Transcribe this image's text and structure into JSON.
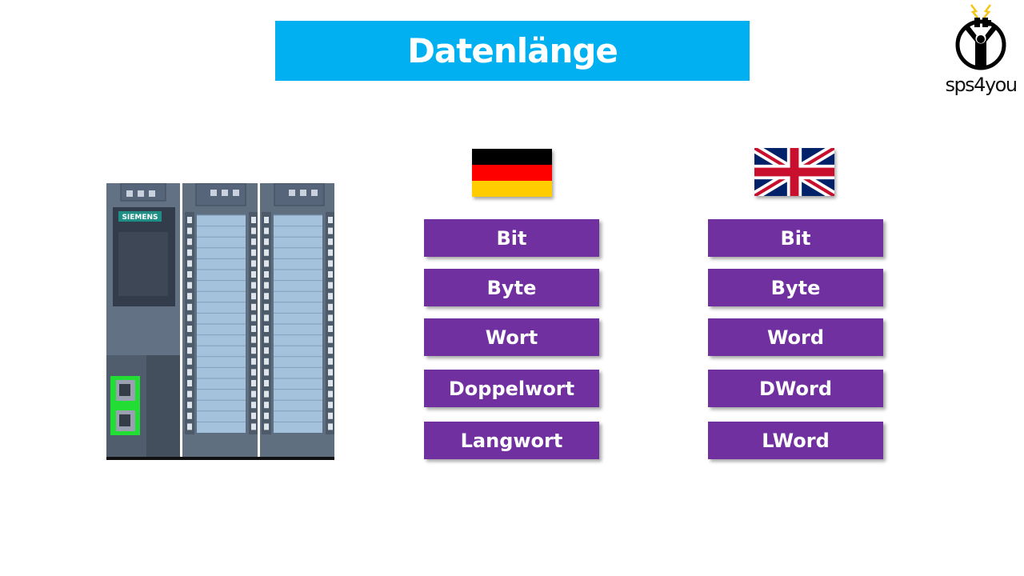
{
  "header": {
    "title": "Datenlänge"
  },
  "logo": {
    "name": "sps4you"
  },
  "device": {
    "brand": "SIEMENS",
    "accent_port_color": "#22dd33"
  },
  "columns": [
    {
      "language": "German",
      "flag": "germany-flag-icon",
      "items": [
        "Bit",
        "Byte",
        "Wort",
        "Doppelwort",
        "Langwort"
      ]
    },
    {
      "language": "English",
      "flag": "uk-flag-icon",
      "items": [
        "Bit",
        "Byte",
        "Word",
        "DWord",
        "LWord"
      ]
    }
  ],
  "colors": {
    "title_bg": "#00b0f0",
    "button_bg": "#7030a0",
    "button_text": "#ffffff"
  }
}
